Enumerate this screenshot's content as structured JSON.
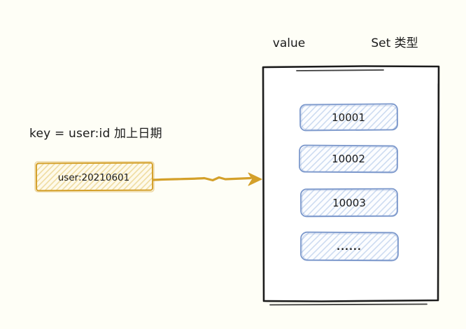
{
  "labels": {
    "value": "value",
    "set_type": "Set 类型",
    "key_formula": "key = user:id 加上日期"
  },
  "key_box": {
    "text": "user:20210601"
  },
  "set_container": {
    "members": [
      {
        "value": "10001"
      },
      {
        "value": "10002"
      },
      {
        "value": "10003"
      },
      {
        "value": "......"
      }
    ]
  },
  "colors": {
    "background": "#FEFEF6",
    "outline": "#1C1C1C",
    "gold_stroke": "#D4A02A",
    "gold_hatch": "#EFDCA0",
    "gold_fill": "#FEFAEB",
    "blue_stroke": "#7D99CC",
    "blue_hatch": "#C9D9F0",
    "blue_fill": "#FCFDFF",
    "text": "#1A1A1A"
  }
}
